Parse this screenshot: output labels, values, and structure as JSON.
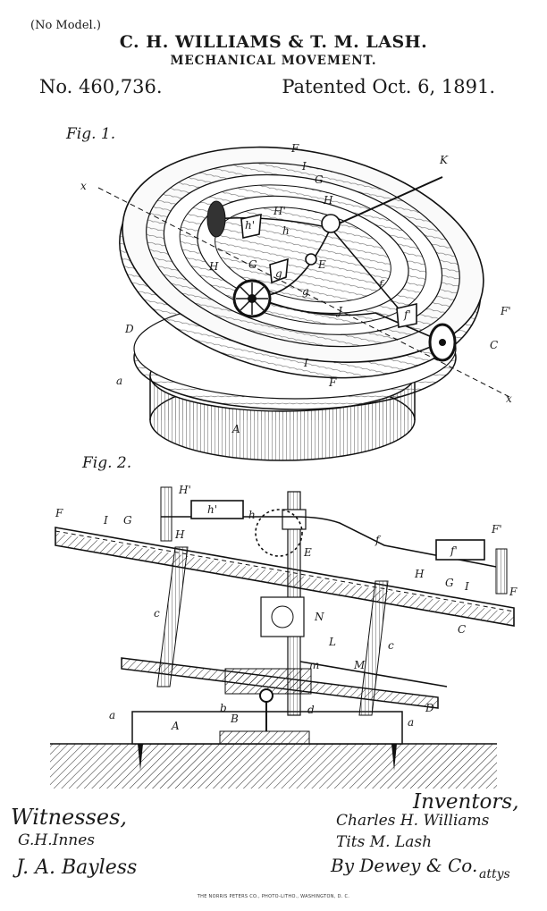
{
  "header": {
    "no_model": "(No Model.)",
    "inventors": "C. H. WILLIAMS & T. M. LASH.",
    "title": "MECHANICAL MOVEMENT.",
    "patent_number": "No. 460,736.",
    "patented_date": "Patented Oct. 6, 1891."
  },
  "figures": {
    "fig1_label": "Fig. 1.",
    "fig2_label": "Fig. 2.",
    "fig1_letters": [
      "K",
      "F",
      "I",
      "G",
      "H",
      "H'",
      "h'",
      "h",
      "E",
      "H",
      "G",
      "g",
      "g",
      "J",
      "f",
      "f'",
      "F'",
      "C",
      "D",
      "a",
      "I",
      "F",
      "A",
      "x",
      "x"
    ],
    "fig2_letters": [
      "H'",
      "h'",
      "h",
      "F",
      "I",
      "G",
      "H",
      "E",
      "f",
      "f'",
      "F'",
      "H",
      "G",
      "I",
      "F",
      "C",
      "c",
      "N",
      "L",
      "c",
      "m",
      "M",
      "b",
      "d",
      "B",
      "A",
      "a",
      "a",
      "D"
    ]
  },
  "signatures": {
    "witnesses_label": "Witnesses,",
    "witness_1": "G.H.Innes",
    "witness_2": "J. A. Bayless",
    "inventors_label": "Inventors,",
    "inventor_1": "Charles H. Williams",
    "inventor_2": "Tits M. Lash",
    "attorney": "By Dewey & Co.",
    "attys": "attys"
  },
  "footer": {
    "lithographer": "THE NORRIS PETERS CO., PHOTO-LITHO., WASHINGTON, D. C."
  }
}
